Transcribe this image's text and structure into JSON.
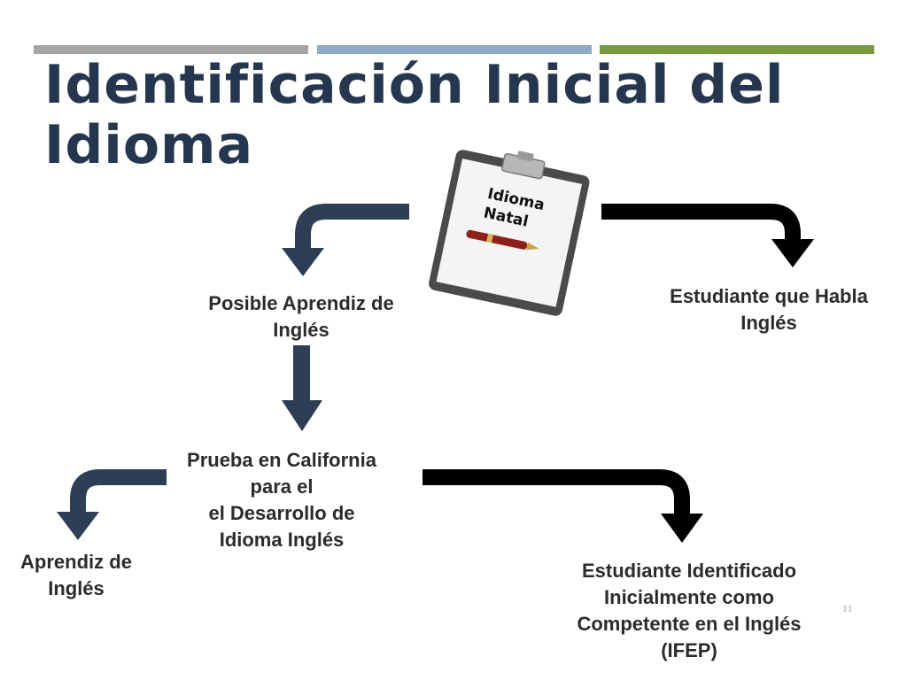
{
  "title": "Identificación Inicial del Idioma",
  "clipboard": {
    "text": "Idioma\nNatal",
    "icon": "clipboard-with-pen-icon"
  },
  "nodes": {
    "possible_learner": "Posible Aprendiz de\nInglés",
    "english_speaker": "Estudiante que Habla\nInglés",
    "elpac_test": "Prueba en California\npara el\nel Desarrollo de\nIdioma Inglés",
    "english_learner": "Aprendiz de\nInglés",
    "ifep": "Estudiante Identificado\nInicialmente como\nCompetente en el Inglés\n(IFEP)"
  },
  "page_number": "11",
  "colors": {
    "title": "#25364f",
    "arrow_navy": "#2d3e55",
    "arrow_black": "#000000",
    "bar_gray": "#a5a5a5",
    "bar_blue": "#8eaacb",
    "bar_green": "#789a3e"
  }
}
